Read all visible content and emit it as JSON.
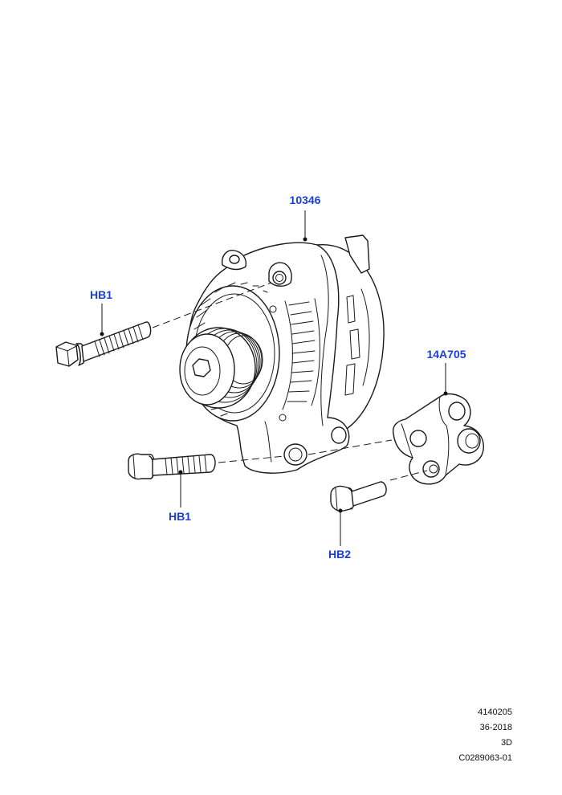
{
  "callouts": {
    "alternator": "10346",
    "bolt_upper": "HB1",
    "bolt_lower": "HB1",
    "bracket": "14A705",
    "bolt_bracket": "HB2"
  },
  "footer": {
    "line1": "4140205",
    "line2": "36-2018",
    "line3": "3D",
    "line4": "C0289063-01"
  }
}
